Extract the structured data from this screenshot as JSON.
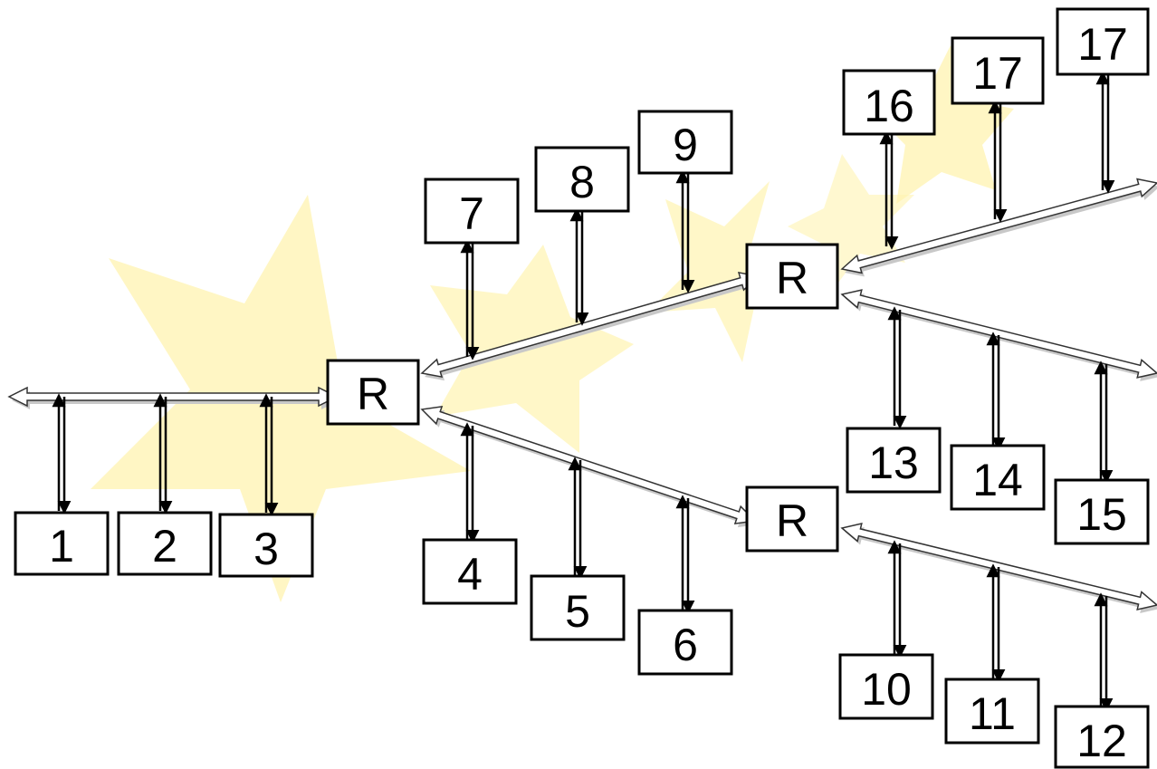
{
  "diagram": {
    "colors": {
      "background": "#ffffff",
      "box_border": "#000000",
      "text": "#000000",
      "star": "#fff3b0",
      "bus_fill": "#ffffff",
      "bus_shadow": "#c8c8c8",
      "link": "#000000"
    },
    "routers": [
      {
        "id": "r1",
        "label": "R"
      },
      {
        "id": "r2",
        "label": "R"
      },
      {
        "id": "r3",
        "label": "R"
      }
    ],
    "nodes": [
      {
        "id": "n1",
        "label": "1"
      },
      {
        "id": "n2",
        "label": "2"
      },
      {
        "id": "n3",
        "label": "3"
      },
      {
        "id": "n4",
        "label": "4"
      },
      {
        "id": "n5",
        "label": "5"
      },
      {
        "id": "n6",
        "label": "6"
      },
      {
        "id": "n7",
        "label": "7"
      },
      {
        "id": "n8",
        "label": "8"
      },
      {
        "id": "n9",
        "label": "9"
      },
      {
        "id": "n10",
        "label": "10"
      },
      {
        "id": "n11",
        "label": "11"
      },
      {
        "id": "n12",
        "label": "12"
      },
      {
        "id": "n13",
        "label": "13"
      },
      {
        "id": "n14",
        "label": "14"
      },
      {
        "id": "n15",
        "label": "15"
      },
      {
        "id": "n16",
        "label": "16"
      },
      {
        "id": "n17a",
        "label": "17"
      },
      {
        "id": "n17b",
        "label": "17"
      }
    ]
  }
}
